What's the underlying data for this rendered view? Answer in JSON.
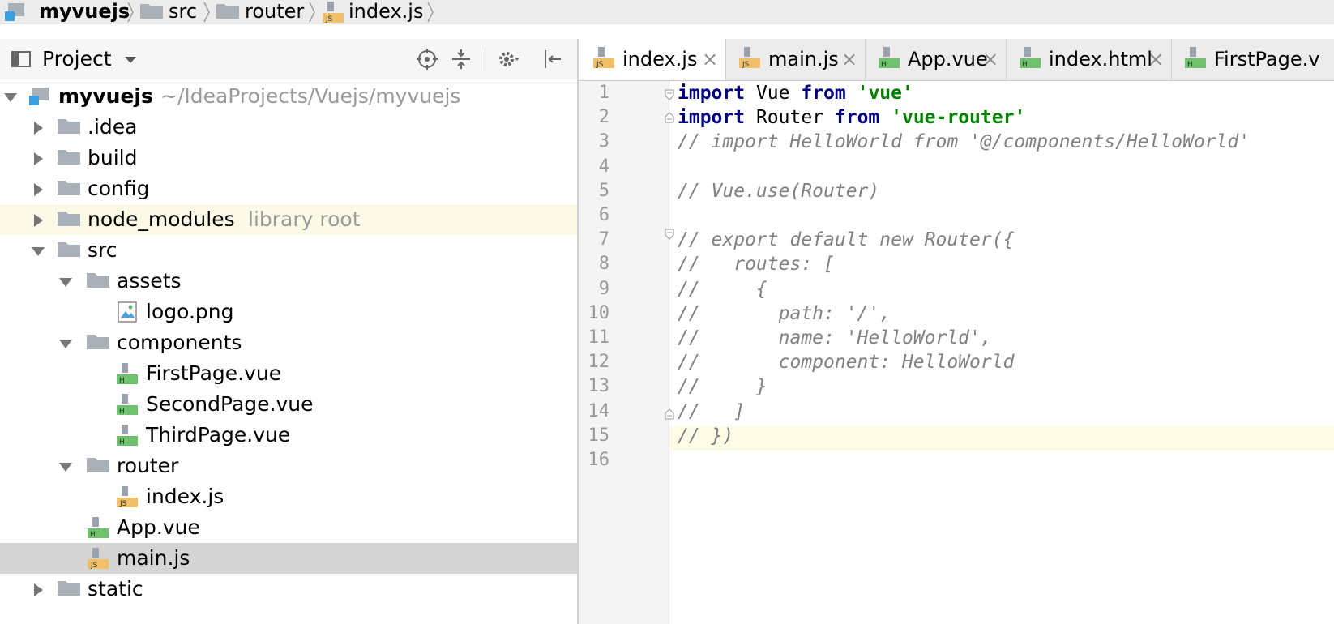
{
  "breadcrumb": [
    "myvuejs",
    "src",
    "router",
    "index.js"
  ],
  "project_panel": {
    "title": "Project"
  },
  "tree": [
    {
      "label": "myvuejs",
      "hint": "~/IdeaProjects/Vuejs/myvuejs"
    },
    {
      "label": ".idea"
    },
    {
      "label": "build"
    },
    {
      "label": "config"
    },
    {
      "label": "node_modules",
      "hint": "library root"
    },
    {
      "label": "src"
    },
    {
      "label": "assets"
    },
    {
      "label": "logo.png"
    },
    {
      "label": "components"
    },
    {
      "label": "FirstPage.vue"
    },
    {
      "label": "SecondPage.vue"
    },
    {
      "label": "ThirdPage.vue"
    },
    {
      "label": "router"
    },
    {
      "label": "index.js"
    },
    {
      "label": "App.vue"
    },
    {
      "label": "main.js"
    },
    {
      "label": "static"
    }
  ],
  "tabs": [
    {
      "label": "index.js"
    },
    {
      "label": "main.js"
    },
    {
      "label": "App.vue"
    },
    {
      "label": "index.html"
    },
    {
      "label": "FirstPage.v"
    }
  ],
  "tab_close_glyph": "×",
  "editor": {
    "line_numbers": [
      "1",
      "2",
      "3",
      "4",
      "5",
      "6",
      "7",
      "8",
      "9",
      "10",
      "11",
      "12",
      "13",
      "14",
      "15",
      "16"
    ],
    "lines": [
      {
        "kw1": "import",
        "t1": " Vue ",
        "kw2": "from",
        "t2": " ",
        "str": "'vue'"
      },
      {
        "kw1": "import",
        "t1": " Router ",
        "kw2": "from",
        "t2": " ",
        "str": "'vue-router'"
      },
      {
        "comment": "// import HelloWorld from '@/components/HelloWorld'"
      },
      {
        "comment": ""
      },
      {
        "comment": "// Vue.use(Router)"
      },
      {
        "comment": ""
      },
      {
        "comment": "// export default new Router({"
      },
      {
        "comment": "//   routes: ["
      },
      {
        "comment": "//     {"
      },
      {
        "comment": "//       path: '/',"
      },
      {
        "comment": "//       name: 'HelloWorld',"
      },
      {
        "comment": "//       component: HelloWorld"
      },
      {
        "comment": "//     }"
      },
      {
        "comment": "//   ]"
      },
      {
        "comment": "// })"
      },
      {
        "comment": ""
      }
    ]
  },
  "colors": {
    "folder": "#a9b0b8",
    "js_badge": "#f0c068",
    "vue_badge": "#6fc06f",
    "highlight_row": "#fcfae6",
    "selected_row": "#d5d5d5"
  }
}
